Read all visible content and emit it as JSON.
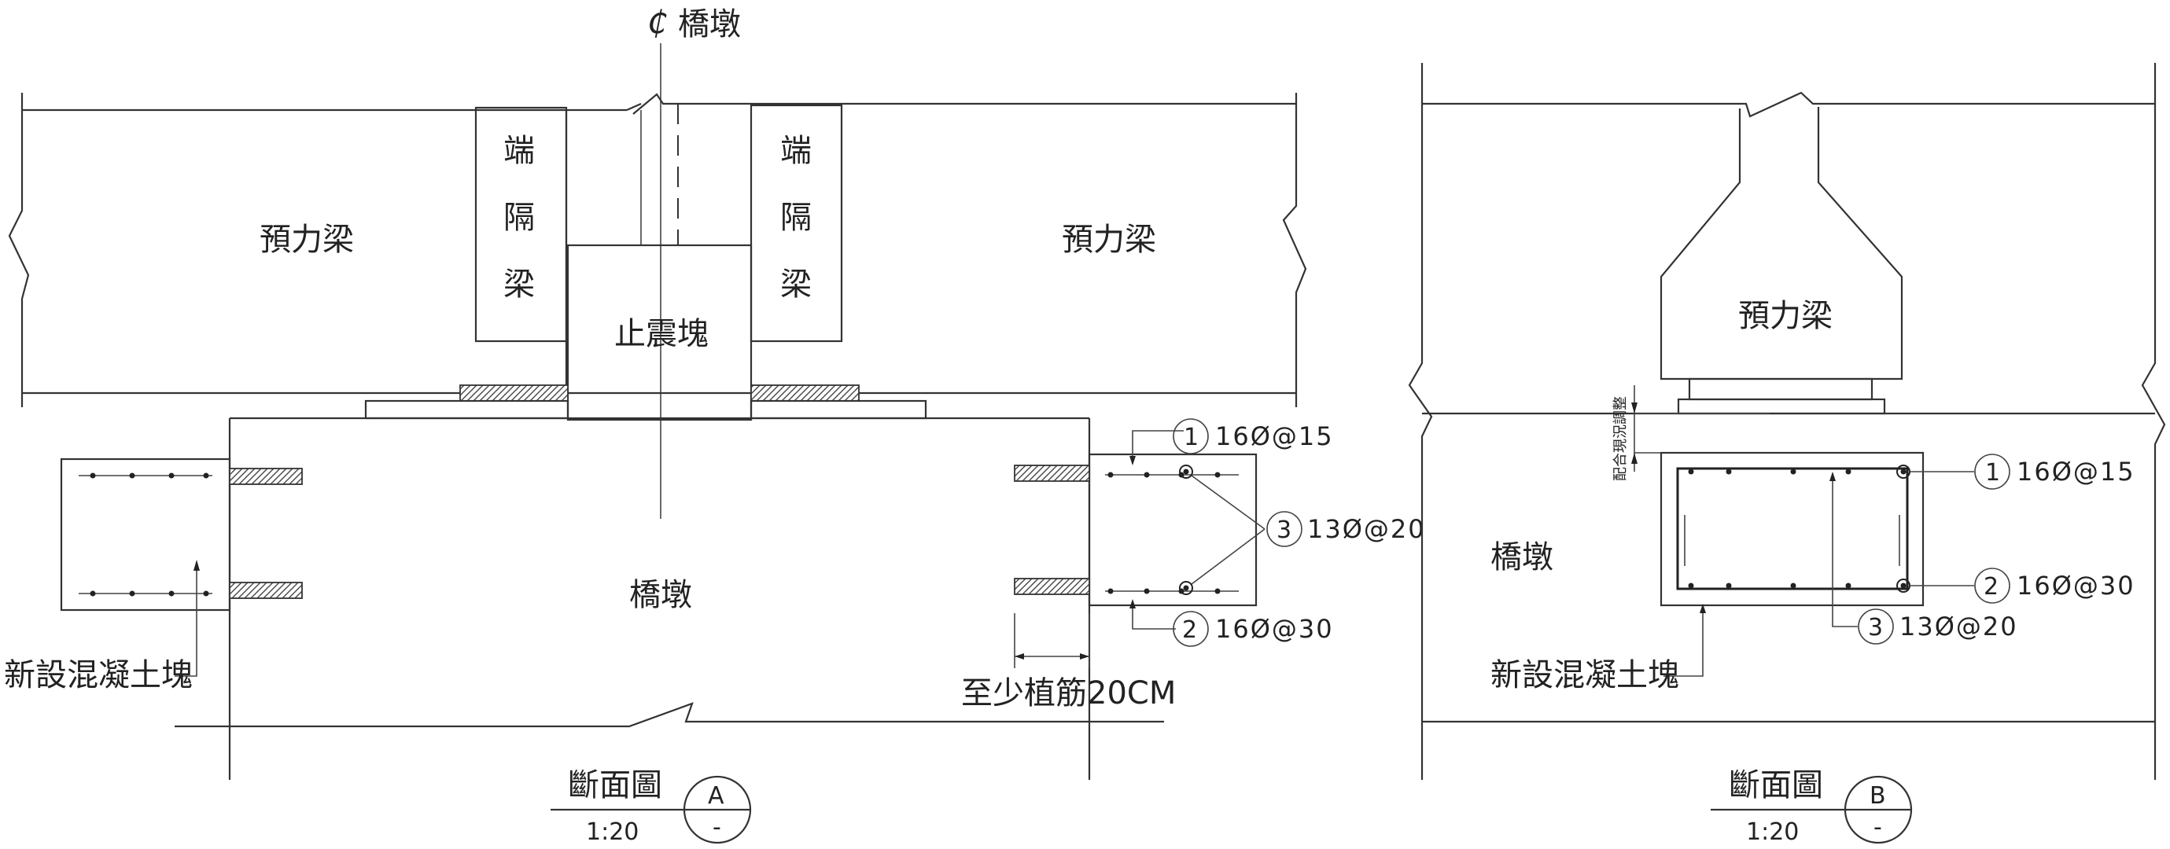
{
  "section_a": {
    "centerline_label": "橋墩",
    "left_beam": "預力梁",
    "right_beam": "預力梁",
    "end_diaphragm_left": [
      "端",
      "隔",
      "梁"
    ],
    "end_diaphragm_right": [
      "端",
      "隔",
      "梁"
    ],
    "shear_key": "止震塊",
    "pier": "橋墩",
    "new_block": "新設混凝土塊",
    "anchorage_note": "至少植筋20CM",
    "rebar_1_no": "1",
    "rebar_1": "16Ø@15",
    "rebar_2_no": "2",
    "rebar_2": "16Ø@30",
    "rebar_3_no": "3",
    "rebar_3": "13Ø@20",
    "title": "斷面圖",
    "scale": "1:20",
    "tag_letter": "A",
    "tag_sub": "-"
  },
  "section_b": {
    "beam": "預力梁",
    "pier": "橋墩",
    "adjust_note": "配合現況調整",
    "new_block": "新設混凝土塊",
    "rebar_1_no": "1",
    "rebar_1": "16Ø@15",
    "rebar_2_no": "2",
    "rebar_2": "16Ø@30",
    "rebar_3_no": "3",
    "rebar_3": "13Ø@20",
    "title": "斷面圖",
    "scale": "1:20",
    "tag_letter": "B",
    "tag_sub": "-"
  }
}
